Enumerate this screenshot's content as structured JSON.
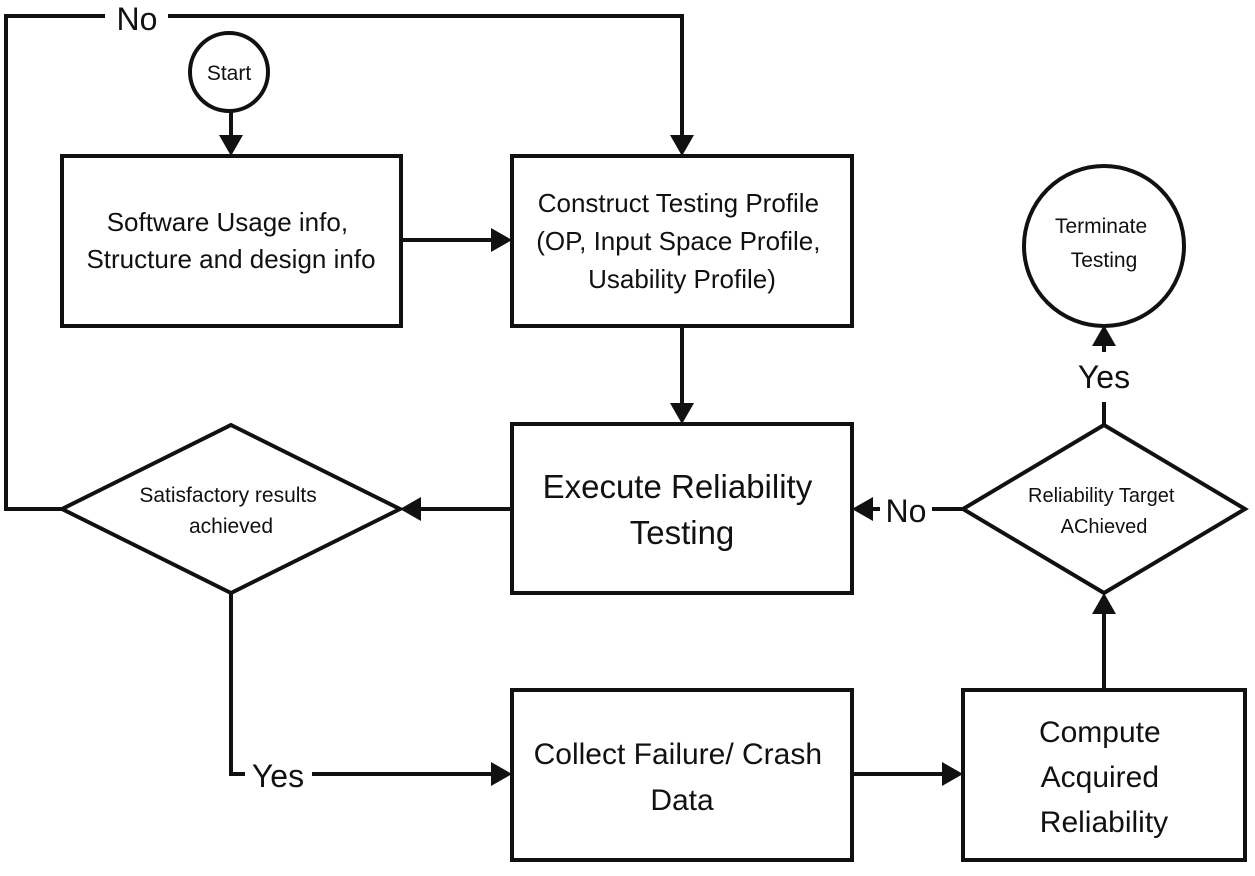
{
  "nodes": {
    "start": {
      "text": "Start"
    },
    "usage_info": {
      "lines": [
        "Software Usage info,",
        "Structure and design info"
      ]
    },
    "construct_profile": {
      "lines": [
        "Construct Testing Profile",
        "(OP, Input Space Profile,",
        "Usability Profile)"
      ]
    },
    "execute_testing": {
      "lines": [
        "Execute Reliability",
        "Testing"
      ]
    },
    "satisfactory_decision": {
      "lines": [
        "Satisfactory results",
        "achieved"
      ]
    },
    "reliability_decision": {
      "lines": [
        "Reliability Target",
        "AChieved"
      ]
    },
    "terminate": {
      "lines": [
        "Terminate",
        "Testing"
      ]
    },
    "collect_data": {
      "lines": [
        "Collect Failure/ Crash",
        "Data"
      ]
    },
    "compute_reliability": {
      "lines": [
        "Compute",
        "Acquired",
        "Reliability"
      ]
    }
  },
  "edge_labels": {
    "satisfactory_no": "No",
    "satisfactory_yes": "Yes",
    "reliability_no": "No",
    "reliability_yes": "Yes"
  },
  "colors": {
    "stroke": "#111111",
    "background": "#ffffff"
  }
}
